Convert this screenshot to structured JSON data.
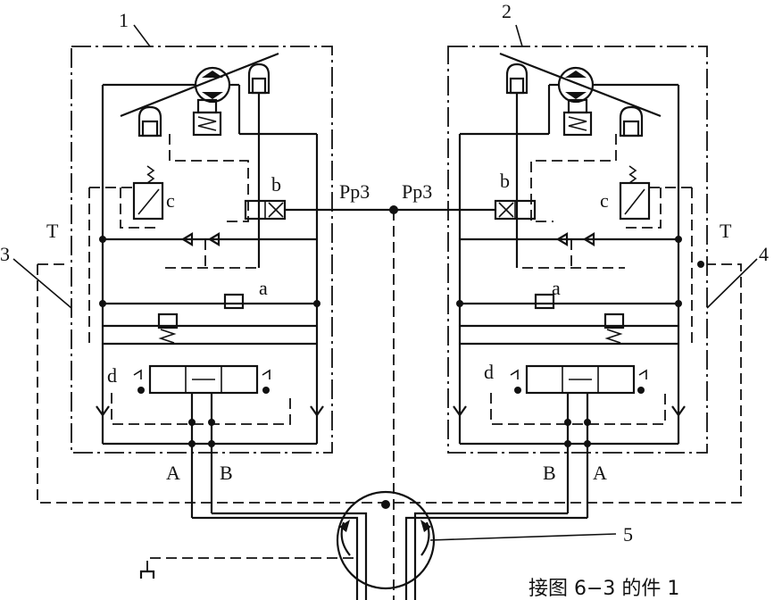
{
  "labels": {
    "unit_left": "1",
    "unit_right": "2",
    "leader_left": "3",
    "leader_right": "4",
    "motor": "5",
    "tank_left": "T",
    "tank_right": "T",
    "pilot_left": "Pp3",
    "pilot_right": "Pp3",
    "valve_b_left": "b",
    "valve_b_right": "b",
    "valve_c_left": "c",
    "valve_c_right": "c",
    "valve_a_left": "a",
    "valve_a_right": "a",
    "valve_d_left": "d",
    "valve_d_right": "d",
    "port_a_left": "A",
    "port_b_left": "B",
    "port_b_right": "B",
    "port_a_right": "A"
  },
  "caption": "接图 6−3 的件 1"
}
